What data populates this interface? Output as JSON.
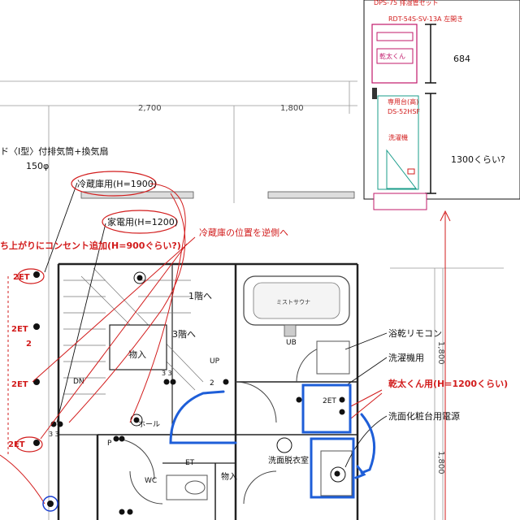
{
  "dimensions": {
    "top_left": "2,700",
    "top_right": "1,800",
    "side_upper": "1,800",
    "side_lower": "1,800"
  },
  "plan_labels": {
    "fan": "ド〈Ⅰ型〉付排気筒+換気扇",
    "duct": "150φ",
    "stairs_to_1f": "1階へ",
    "stairs_to_3f": "3階へ",
    "up": "UP",
    "dn": "DN",
    "storage": "物入",
    "storage2": "物入",
    "hall": "ホール",
    "bathroom": "洗面脱衣室",
    "ub": "UB",
    "tub": "ミストサウナ",
    "wc": "WC",
    "p": "P"
  },
  "annotations": {
    "fridge_outlet": "冷蔵庫用(H=1900)",
    "appliance_outlet": "家電用(H=1200)",
    "fridge_reverse": "冷蔵庫の位置を逆側へ",
    "add_outlet": "ち上がりにコンセント追加(H=900ぐらい?)",
    "remote": "浴乾リモコン",
    "washer": "洗濯機用",
    "dryer_outlet": "乾太くん用(H=1200くらい)",
    "vanity_power": "洗面化粧台用電源"
  },
  "symbols": {
    "et2_a": "2ET",
    "et2_b": "2ET",
    "et2_c": "2ET",
    "et2_d": "2ET",
    "c2": "2",
    "c2b": "2",
    "c33": "3 3",
    "c33b": "3 3",
    "et_wc": "ET",
    "et_plan": "2ET"
  },
  "elevation": {
    "top_label": "DPS-75 排湿管セット",
    "model": "RDT-54S-SV-13A 左開き",
    "dryer": "乾太くん",
    "height_upper": "684",
    "stand": "専用台(高)",
    "stand_model": "DS-52HSF",
    "washer": "洗濯機",
    "height_lower": "1300くらい?"
  }
}
